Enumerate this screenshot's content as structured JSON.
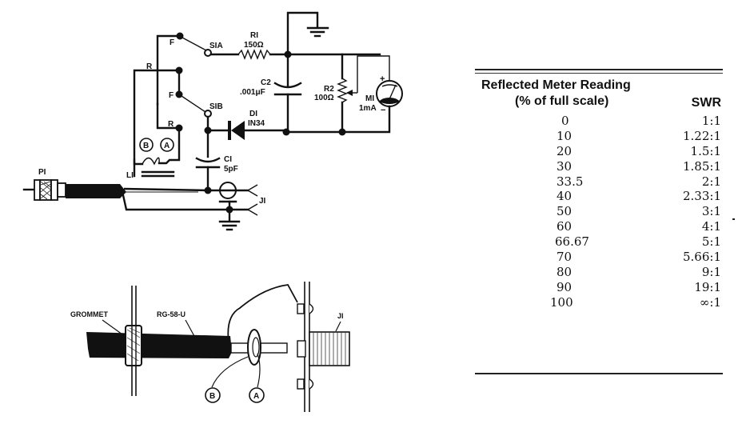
{
  "schematic": {
    "labels": {
      "f_top": "F",
      "s1a": "SIA",
      "r1_name": "RI",
      "r1_value": "150Ω",
      "r_top": "R",
      "f_mid": "F",
      "s1b": "SIB",
      "c2_name": "C2",
      "c2_value": ".001μF",
      "r2_name": "R2",
      "r2_value": "100Ω",
      "m1_name": "MI",
      "m1_value": "1mA",
      "m1_plus": "+",
      "m1_minus": "−",
      "d1_name": "DI",
      "d1_value": "IN34",
      "r_bottom": "R",
      "pickup_b": "B",
      "pickup_a": "A",
      "c1_name": "CI",
      "c1_value": "5pF",
      "l1": "LI",
      "p1": "PI",
      "j1": "JI"
    }
  },
  "assembly": {
    "labels": {
      "grommet": "GROMMET",
      "cable": "RG-58-U",
      "callout_b": "B",
      "callout_a": "A",
      "j1": "JI"
    }
  },
  "table": {
    "header_reading_line1": "Reflected Meter Reading",
    "header_reading_line2": "(% of full scale)",
    "header_swr": "SWR",
    "rows": [
      {
        "reading": "0",
        "swr": "1:1"
      },
      {
        "reading": "10",
        "swr": "1.22:1"
      },
      {
        "reading": "20",
        "swr": "1.5:1"
      },
      {
        "reading": "30",
        "swr": "1.85:1"
      },
      {
        "reading": "33.5",
        "swr": "2:1"
      },
      {
        "reading": "40",
        "swr": "2.33:1"
      },
      {
        "reading": "50",
        "swr": "3:1"
      },
      {
        "reading": "60",
        "swr": "4:1"
      },
      {
        "reading": "66.67",
        "swr": "5:1"
      },
      {
        "reading": "70",
        "swr": "5.66:1"
      },
      {
        "reading": "80",
        "swr": "9:1"
      },
      {
        "reading": "90",
        "swr": "19:1"
      },
      {
        "reading": "100",
        "swr": "∞:1"
      }
    ]
  }
}
